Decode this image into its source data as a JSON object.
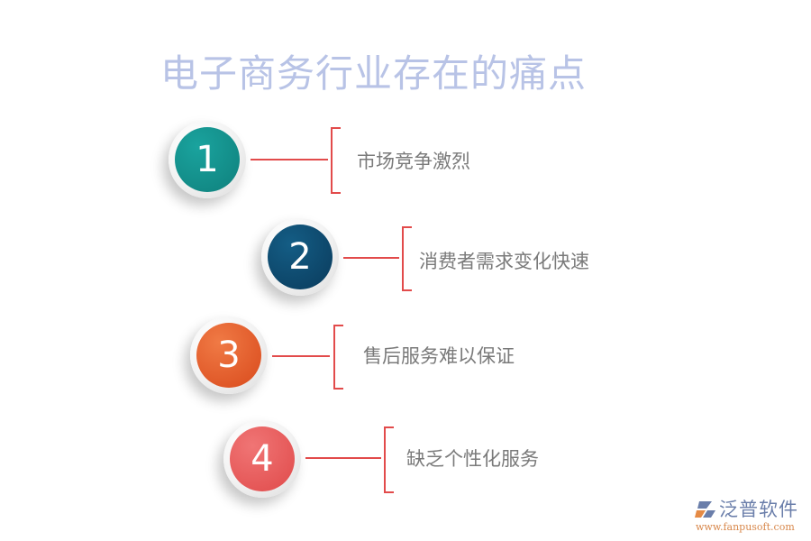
{
  "title": "电子商务行业存在的痛点",
  "colors": {
    "title": "#b8c3e6",
    "connector": "#e24b4b",
    "label_text": "#7a7a7a",
    "item1": "#138f8b",
    "item2": "#0c4a6e",
    "item3": "#e35a2a",
    "item4": "#e85555"
  },
  "items": [
    {
      "number": "1",
      "label": "市场竞争激烈"
    },
    {
      "number": "2",
      "label": "消费者需求变化快速"
    },
    {
      "number": "3",
      "label": "售后服务难以保证"
    },
    {
      "number": "4",
      "label": "缺乏个性化服务"
    }
  ],
  "logo": {
    "name": "泛普软件",
    "url": "www.fanpusoft.com",
    "icon": "fanpu-logo-icon"
  }
}
